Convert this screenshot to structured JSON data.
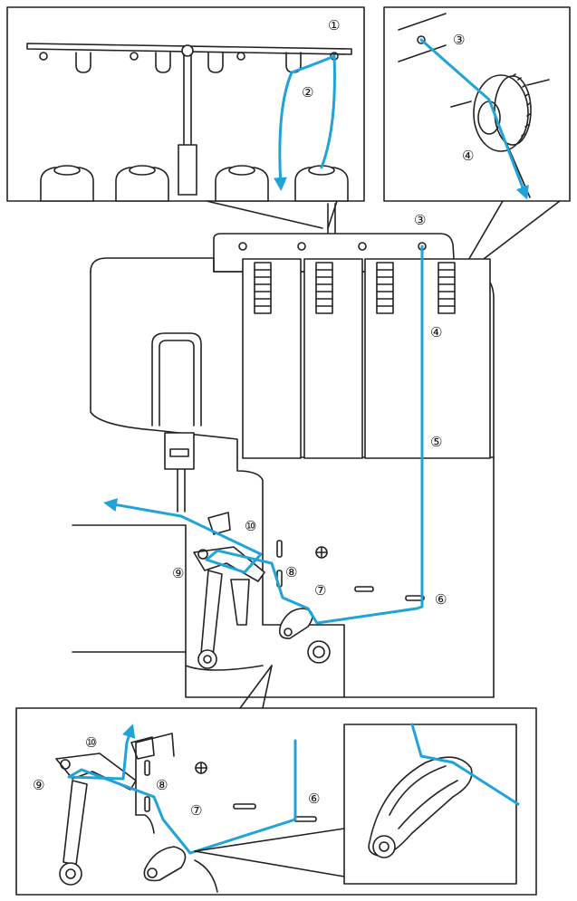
{
  "colors": {
    "thread": "#1fa3d9",
    "line": "#222222",
    "background": "#ffffff"
  },
  "callouts": {
    "c1": "①",
    "c2": "②",
    "c3": "③",
    "c4": "④",
    "c5": "⑤",
    "c6": "⑥",
    "c7": "⑦",
    "c8": "⑧",
    "c9": "⑨",
    "c10": "⑩"
  },
  "panels": [
    "thread-stand-detail",
    "tension-dial-detail",
    "main-machine",
    "looper-detail",
    "thread-guide-closeup"
  ]
}
